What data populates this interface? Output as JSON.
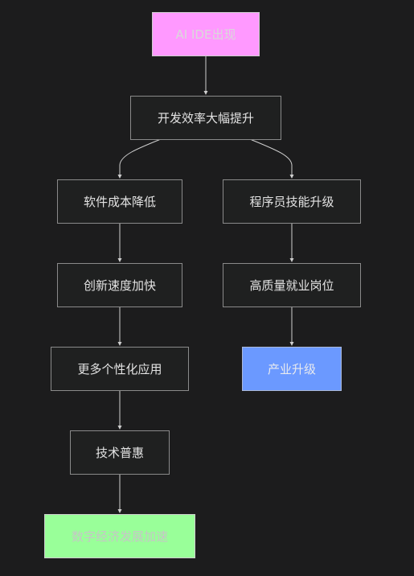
{
  "nodes": {
    "ai_ide": "AI IDE出现",
    "dev_efficiency": "开发效率大幅提升",
    "software_cost": "软件成本降低",
    "programmer_skills": "程序员技能升级",
    "innovation_speed": "创新速度加快",
    "quality_jobs": "高质量就业岗位",
    "personalized_apps": "更多个性化应用",
    "industry_upgrade": "产业升级",
    "tech_inclusion": "技术普惠",
    "digital_economy": "数字经济发展加速"
  },
  "colors": {
    "background": "#1c1c1d",
    "node_fill": "#1f2020",
    "node_border": "#8a8a8a",
    "edge": "#cfcfcf",
    "highlight_pink": "#ff99ff",
    "highlight_blue": "#6b99ff",
    "highlight_green": "#99ff99"
  }
}
